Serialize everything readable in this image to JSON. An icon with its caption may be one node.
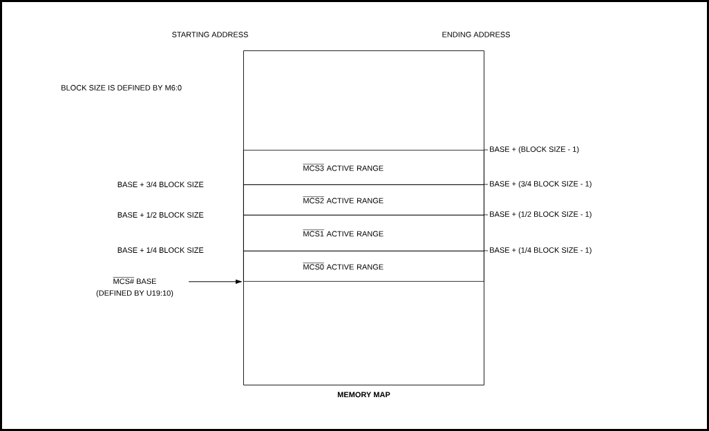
{
  "diagram": {
    "nodes": [
      {
        "text": [
          "MEMORY MAP"
        ]
      },
      {
        "text": [
          "MCS3 ACTIVE RANGE"
        ],
        "in": 0
      },
      {
        "text": [
          "MCS2 ACTIVE RANGE"
        ],
        "in": 0
      },
      {
        "text": [
          "MCS1 ACTIVE RANGE"
        ],
        "in": 0
      },
      {
        "text": [
          "MCS0 ACTIVE RANGE"
        ],
        "in": 0
      },
      {
        "text": [
          "MCS# BASE",
          "(DEFINED BY U19:10)"
        ]
      }
    ],
    "edges": [
      {
        "from": 5,
        "to": 4,
        "arrow": "to"
      }
    ],
    "labels": [
      "STARTING ADDRESS",
      "ENDING ADDRESS",
      "BLOCK SIZE IS DEFINED BY M6:0",
      "BASE + (BLOCK SIZE - 1)",
      "BASE + 3/4 BLOCK SIZE",
      "BASE + (3/4 BLOCK SIZE - 1)",
      "BASE + 1/2 BLOCK SIZE",
      "BASE + (1/2 BLOCK SIZE - 1)",
      "BASE + 1/4 BLOCK SIZE",
      "BASE + (1/4 BLOCK SIZE - 1)"
    ]
  }
}
